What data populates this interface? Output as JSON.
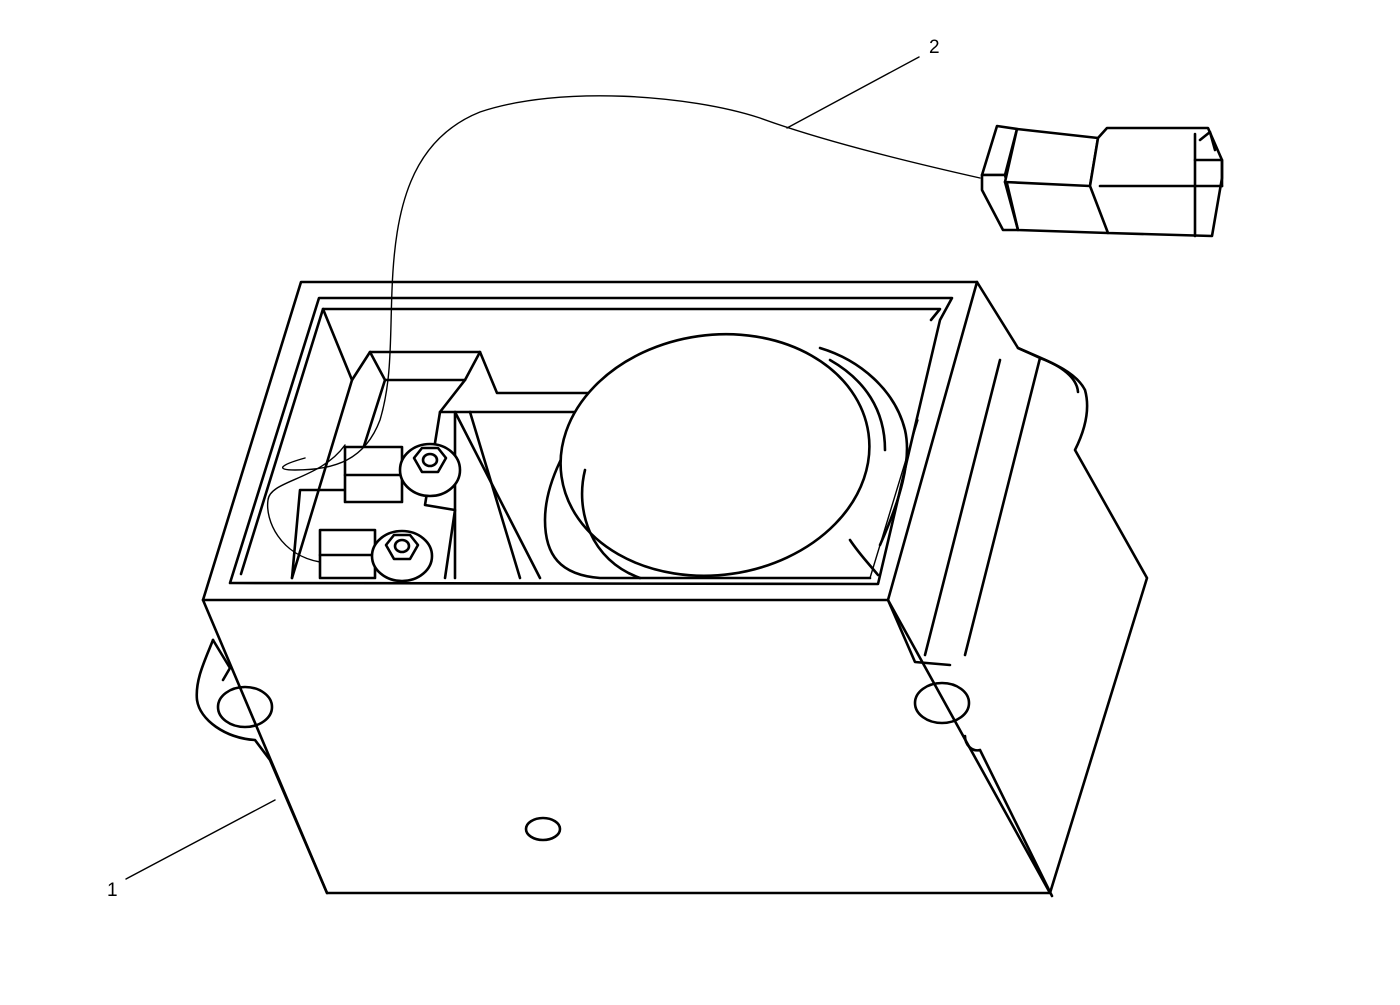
{
  "callouts": [
    {
      "number": "1",
      "part": "housing"
    },
    {
      "number": "2",
      "part": "wire-connector"
    }
  ],
  "colors": {
    "line": "#000000",
    "background": "#ffffff"
  }
}
